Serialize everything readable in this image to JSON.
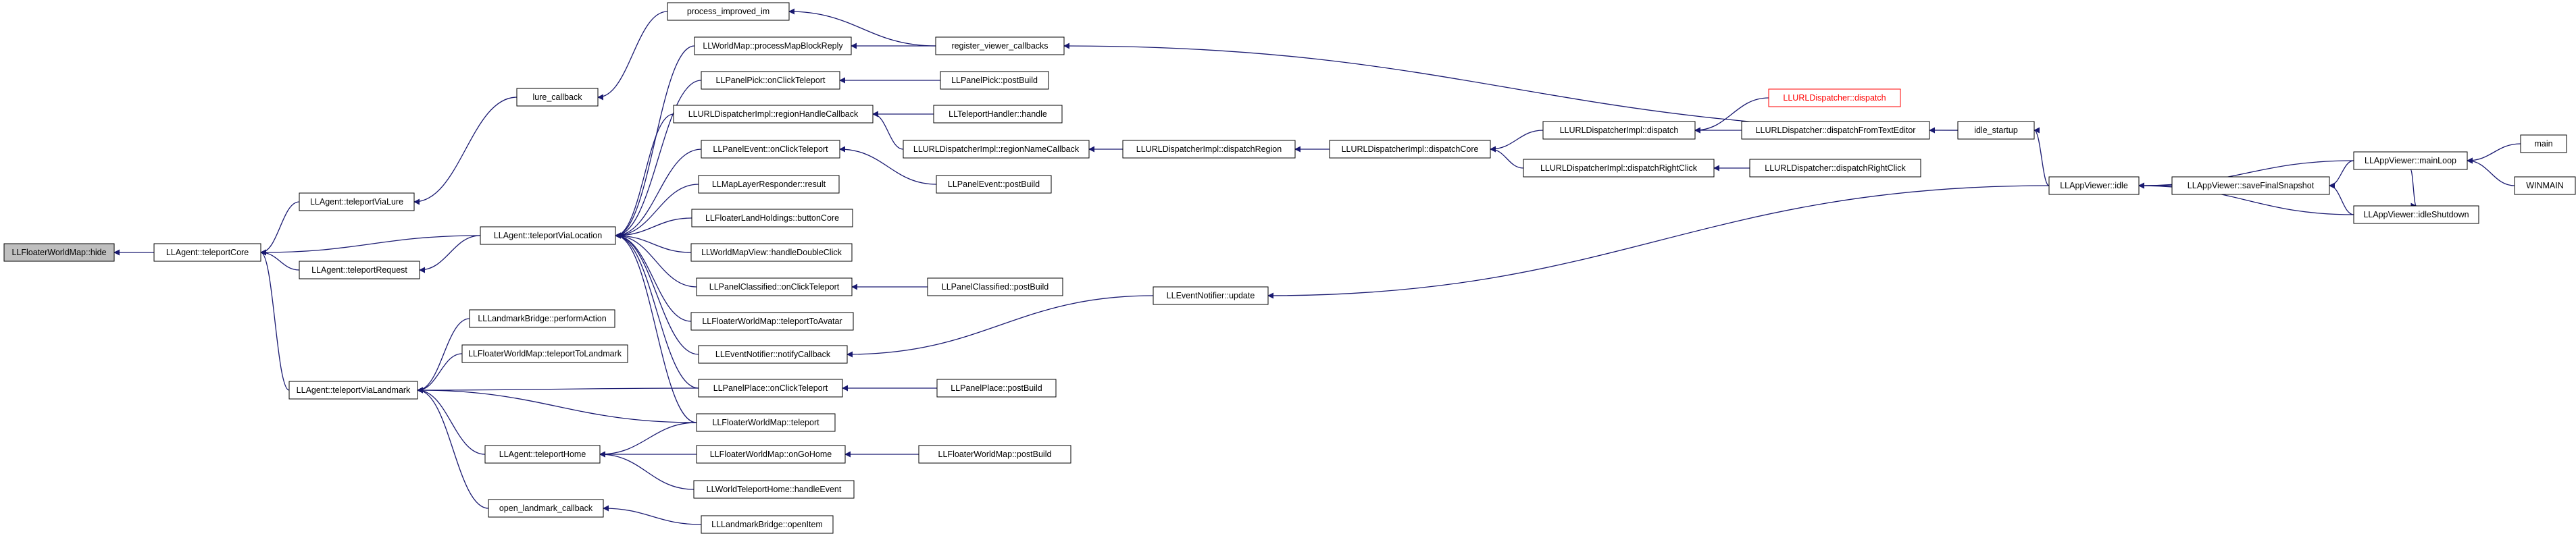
{
  "nodes": [
    {
      "id": "hide",
      "label": "LLFloaterWorldMap::hide",
      "style": "root"
    },
    {
      "id": "teleportCore",
      "label": "LLAgent::teleportCore"
    },
    {
      "id": "teleportViaLure",
      "label": "LLAgent::teleportViaLure"
    },
    {
      "id": "teleportRequest",
      "label": "LLAgent::teleportRequest"
    },
    {
      "id": "teleportViaLandmark",
      "label": "LLAgent::teleportViaLandmark"
    },
    {
      "id": "lure_callback",
      "label": "lure_callback"
    },
    {
      "id": "teleportViaLocation",
      "label": "LLAgent::teleportViaLocation"
    },
    {
      "id": "process_improved_im",
      "label": "process_improved_im"
    },
    {
      "id": "processMapBlockReply",
      "label": "LLWorldMap::processMapBlockReply"
    },
    {
      "id": "register_viewer_callbacks",
      "label": "register_viewer_callbacks"
    },
    {
      "id": "pickOnClickTeleport",
      "label": "LLPanelPick::onClickTeleport"
    },
    {
      "id": "pickPostBuild",
      "label": "LLPanelPick::postBuild"
    },
    {
      "id": "regionHandleCallback",
      "label": "LLURLDispatcherImpl::regionHandleCallback"
    },
    {
      "id": "teleportHandlerHandle",
      "label": "LLTeleportHandler::handle"
    },
    {
      "id": "regionNameCallback",
      "label": "LLURLDispatcherImpl::regionNameCallback"
    },
    {
      "id": "dispatchRegion",
      "label": "LLURLDispatcherImpl::dispatchRegion"
    },
    {
      "id": "dispatchCore",
      "label": "LLURLDispatcherImpl::dispatchCore"
    },
    {
      "id": "implDispatch",
      "label": "LLURLDispatcherImpl::dispatch"
    },
    {
      "id": "dispatcherDispatch",
      "label": "LLURLDispatcher::dispatch",
      "style": "red"
    },
    {
      "id": "dispatchFromTextEditor",
      "label": "LLURLDispatcher::dispatchFromTextEditor"
    },
    {
      "id": "idle_startup",
      "label": "idle_startup"
    },
    {
      "id": "implDispatchRightClick",
      "label": "LLURLDispatcherImpl::dispatchRightClick"
    },
    {
      "id": "dispatcherDispatchRightClick",
      "label": "LLURLDispatcher::dispatchRightClick"
    },
    {
      "id": "eventOnClickTeleport",
      "label": "LLPanelEvent::onClickTeleport"
    },
    {
      "id": "eventPostBuild",
      "label": "LLPanelEvent::postBuild"
    },
    {
      "id": "mapLayerResult",
      "label": "LLMapLayerResponder::result"
    },
    {
      "id": "landHoldingsButtonCore",
      "label": "LLFloaterLandHoldings::buttonCore"
    },
    {
      "id": "worldMapViewDoubleClick",
      "label": "LLWorldMapView::handleDoubleClick"
    },
    {
      "id": "classifiedOnClickTeleport",
      "label": "LLPanelClassified::onClickTeleport"
    },
    {
      "id": "classifiedPostBuild",
      "label": "LLPanelClassified::postBuild"
    },
    {
      "id": "teleportToAvatar",
      "label": "LLFloaterWorldMap::teleportToAvatar"
    },
    {
      "id": "eventNotifierNotify",
      "label": "LLEventNotifier::notifyCallback"
    },
    {
      "id": "eventNotifierUpdate",
      "label": "LLEventNotifier::update"
    },
    {
      "id": "placeOnClickTeleport",
      "label": "LLPanelPlace::onClickTeleport"
    },
    {
      "id": "placePostBuild",
      "label": "LLPanelPlace::postBuild"
    },
    {
      "id": "worldMapTeleport",
      "label": "LLFloaterWorldMap::teleport"
    },
    {
      "id": "appViewerIdle",
      "label": "LLAppViewer::idle"
    },
    {
      "id": "saveFinalSnapshot",
      "label": "LLAppViewer::saveFinalSnapshot"
    },
    {
      "id": "mainLoop",
      "label": "LLAppViewer::mainLoop"
    },
    {
      "id": "idleShutdown",
      "label": "LLAppViewer::idleShutdown"
    },
    {
      "id": "main",
      "label": "main"
    },
    {
      "id": "WINMAIN",
      "label": "WINMAIN"
    },
    {
      "id": "landmarkBridgePerform",
      "label": "LLLandmarkBridge::performAction"
    },
    {
      "id": "teleportToLandmark",
      "label": "LLFloaterWorldMap::teleportToLandmark"
    },
    {
      "id": "teleportHome",
      "label": "LLAgent::teleportHome"
    },
    {
      "id": "onGoHome",
      "label": "LLFloaterWorldMap::onGoHome"
    },
    {
      "id": "worldMapPostBuild",
      "label": "LLFloaterWorldMap::postBuild"
    },
    {
      "id": "worldTeleportHomeEvent",
      "label": "LLWorldTeleportHome::handleEvent"
    },
    {
      "id": "open_landmark_callback",
      "label": "open_landmark_callback"
    },
    {
      "id": "landmarkBridgeOpenItem",
      "label": "LLLandmarkBridge::openItem"
    }
  ],
  "edges": [
    [
      "teleportCore",
      "hide"
    ],
    [
      "teleportViaLure",
      "teleportCore"
    ],
    [
      "teleportRequest",
      "teleportCore"
    ],
    [
      "teleportViaLocation",
      "teleportCore"
    ],
    [
      "teleportViaLandmark",
      "teleportCore"
    ],
    [
      "lure_callback",
      "teleportViaLure"
    ],
    [
      "process_improved_im",
      "lure_callback"
    ],
    [
      "register_viewer_callbacks",
      "process_improved_im"
    ],
    [
      "idle_startup",
      "register_viewer_callbacks"
    ],
    [
      "teleportViaLocation",
      "teleportRequest"
    ],
    [
      "processMapBlockReply",
      "teleportViaLocation"
    ],
    [
      "register_viewer_callbacks",
      "processMapBlockReply"
    ],
    [
      "pickOnClickTeleport",
      "teleportViaLocation"
    ],
    [
      "pickPostBuild",
      "pickOnClickTeleport"
    ],
    [
      "regionHandleCallback",
      "teleportViaLocation"
    ],
    [
      "teleportHandlerHandle",
      "regionHandleCallback"
    ],
    [
      "regionNameCallback",
      "regionHandleCallback"
    ],
    [
      "dispatchRegion",
      "regionNameCallback"
    ],
    [
      "dispatchCore",
      "dispatchRegion"
    ],
    [
      "implDispatch",
      "dispatchCore"
    ],
    [
      "implDispatchRightClick",
      "dispatchCore"
    ],
    [
      "dispatcherDispatch",
      "implDispatch"
    ],
    [
      "dispatchFromTextEditor",
      "implDispatch"
    ],
    [
      "idle_startup",
      "dispatchFromTextEditor"
    ],
    [
      "dispatcherDispatchRightClick",
      "implDispatchRightClick"
    ],
    [
      "appViewerIdle",
      "idle_startup"
    ],
    [
      "eventOnClickTeleport",
      "teleportViaLocation"
    ],
    [
      "eventPostBuild",
      "eventOnClickTeleport"
    ],
    [
      "mapLayerResult",
      "teleportViaLocation"
    ],
    [
      "landHoldingsButtonCore",
      "teleportViaLocation"
    ],
    [
      "worldMapViewDoubleClick",
      "teleportViaLocation"
    ],
    [
      "classifiedOnClickTeleport",
      "teleportViaLocation"
    ],
    [
      "classifiedPostBuild",
      "classifiedOnClickTeleport"
    ],
    [
      "teleportToAvatar",
      "teleportViaLocation"
    ],
    [
      "eventNotifierNotify",
      "teleportViaLocation"
    ],
    [
      "eventNotifierUpdate",
      "eventNotifierNotify"
    ],
    [
      "appViewerIdle",
      "eventNotifierUpdate"
    ],
    [
      "placeOnClickTeleport",
      "teleportViaLocation"
    ],
    [
      "placePostBuild",
      "placeOnClickTeleport"
    ],
    [
      "worldMapTeleport",
      "teleportViaLocation"
    ],
    [
      "saveFinalSnapshot",
      "appViewerIdle"
    ],
    [
      "mainLoop",
      "appViewerIdle"
    ],
    [
      "idleShutdown",
      "appViewerIdle"
    ],
    [
      "mainLoop",
      "saveFinalSnapshot"
    ],
    [
      "idleShutdown",
      "saveFinalSnapshot"
    ],
    [
      "mainLoop",
      "idleShutdown"
    ],
    [
      "main",
      "mainLoop"
    ],
    [
      "WINMAIN",
      "mainLoop"
    ],
    [
      "landmarkBridgePerform",
      "teleportViaLandmark"
    ],
    [
      "teleportToLandmark",
      "teleportViaLandmark"
    ],
    [
      "placeOnClickTeleport",
      "teleportViaLandmark"
    ],
    [
      "worldMapTeleport",
      "teleportViaLandmark"
    ],
    [
      "teleportHome",
      "teleportViaLandmark"
    ],
    [
      "open_landmark_callback",
      "teleportViaLandmark"
    ],
    [
      "onGoHome",
      "teleportHome"
    ],
    [
      "worldMapPostBuild",
      "onGoHome"
    ],
    [
      "worldTeleportHomeEvent",
      "teleportHome"
    ],
    [
      "worldMapTeleport",
      "teleportHome"
    ],
    [
      "landmarkBridgeOpenItem",
      "open_landmark_callback"
    ]
  ],
  "colors": {
    "edge": "#191970",
    "node_border": "#000000",
    "root_fill": "#bfbfbf",
    "highlight_border": "#ff0000"
  }
}
